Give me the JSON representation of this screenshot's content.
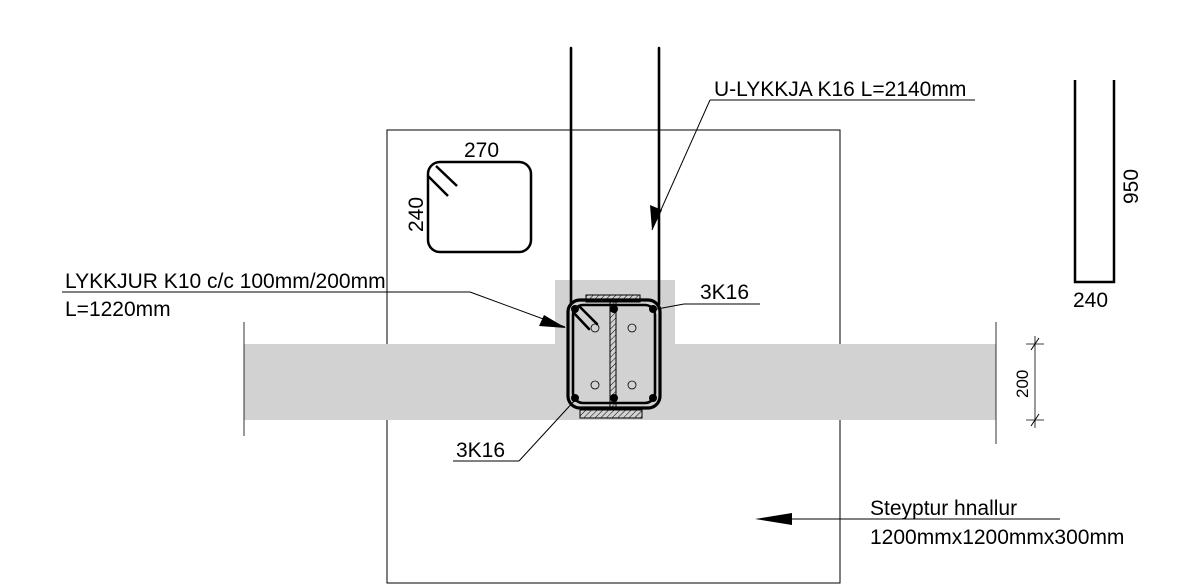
{
  "labels": {
    "u_bar": "U-LYKKJA K16 L=2140mm",
    "stirrups_line1": "LYKKJUR K10 c/c 100mm/200mm",
    "stirrups_line2": "L=1220mm",
    "top_bars": "3K16",
    "bottom_bars": "3K16",
    "base_line1": "Steyptur hnallur",
    "base_line2": "1200mmx1200mmx300mm"
  },
  "dimensions": {
    "stirrup_width": "270",
    "stirrup_height": "240",
    "u_bar_height": "950",
    "u_bar_width": "240",
    "slab_thickness": "200"
  },
  "colors": {
    "line": "#000000",
    "concrete": "#d2d2d2",
    "background": "#ffffff"
  }
}
